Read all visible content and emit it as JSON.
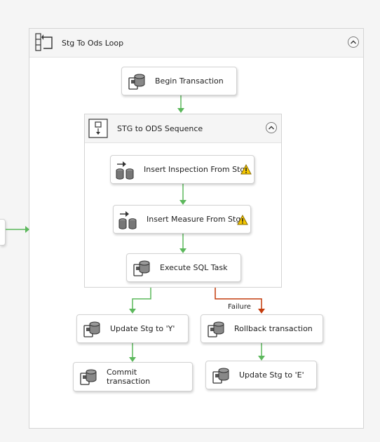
{
  "loop": {
    "title": "Stg To Ods Loop",
    "icon": "foreach-loop-icon"
  },
  "sequence": {
    "title": "STG to ODS Sequence",
    "icon": "sequence-container-icon"
  },
  "tasks": {
    "begin_transaction": "Begin Transaction",
    "insert_inspection": "Insert Inspection From Stg",
    "insert_measure": "Insert Measure From Stg",
    "execute_sql": "Execute SQL Task",
    "update_stg_y": "Update Stg to 'Y'",
    "rollback": "Rollback transaction",
    "commit": "Commit\ntransaction",
    "update_stg_e": "Update Stg to 'E'"
  },
  "edges": {
    "failure_label": "Failure"
  },
  "colors": {
    "success": "#5cb85c",
    "failure": "#c43b0c",
    "warning": "#f5c800"
  }
}
